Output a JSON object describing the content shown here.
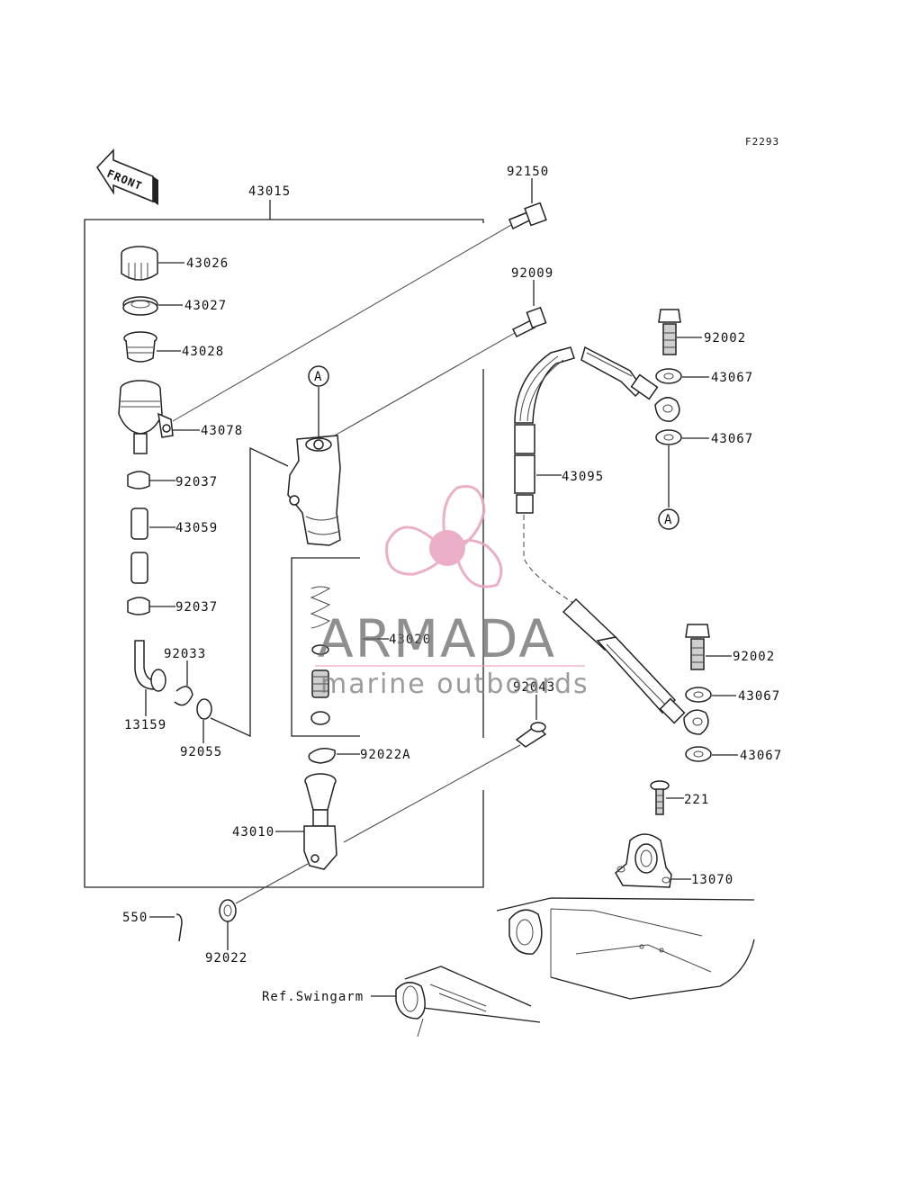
{
  "figure_code": "F2293",
  "front_label": "FRONT",
  "ref_label": "Ref.Swingarm",
  "callout_letter": "A",
  "watermark": {
    "title": "ARMADA",
    "subtitle": "marine outboards",
    "propeller_color": "#e8a6c2",
    "text_color": "#6a6a6a"
  },
  "parts": {
    "p43015": "43015",
    "p43026": "43026",
    "p43027": "43027",
    "p43028": "43028",
    "p43078": "43078",
    "p92037a": "92037",
    "p43059": "43059",
    "p92037b": "92037",
    "p92033": "92033",
    "p13159": "13159",
    "p92055": "92055",
    "p92150": "92150",
    "p92009": "92009",
    "p43020": "43020",
    "p92022a": "92022A",
    "p43010": "43010",
    "p550": "550",
    "p92022": "92022",
    "p92043": "92043",
    "p43095": "43095",
    "p92002a": "92002",
    "p43067a": "43067",
    "p43067b": "43067",
    "p92002b": "92002",
    "p43067c": "43067",
    "p43067d": "43067",
    "p221": "221",
    "p13070": "13070"
  }
}
